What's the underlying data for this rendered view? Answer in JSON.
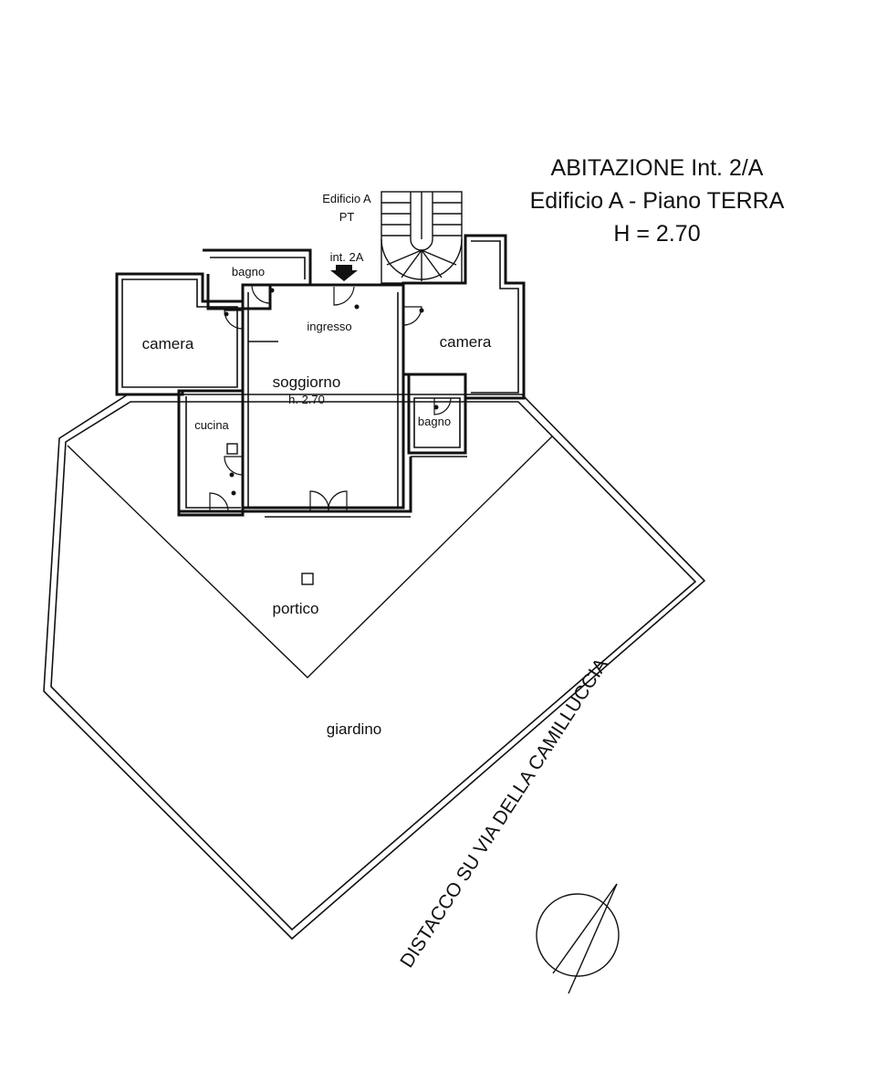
{
  "title": {
    "line1": "ABITAZIONE Int. 2/A",
    "line2": "Edificio A - Piano TERRA",
    "line3": "H = 2.70"
  },
  "entrance": {
    "building": "Edificio A",
    "floor": "PT",
    "unit": "int. 2A"
  },
  "rooms": {
    "bagno_top": "bagno",
    "camera_left": "camera",
    "ingresso": "ingresso",
    "soggiorno": "soggiorno",
    "soggiorno_height": "h. 2.70",
    "camera_right": "camera",
    "cucina": "cucina",
    "bagno_right": "bagno",
    "portico": "portico",
    "giardino": "giardino"
  },
  "street_label": "DISTACCO SU VIA DELLA CAMILLUCCIA",
  "icons": [
    "north-arrow-icon",
    "entrance-arrow-icon",
    "staircase-icon"
  ]
}
